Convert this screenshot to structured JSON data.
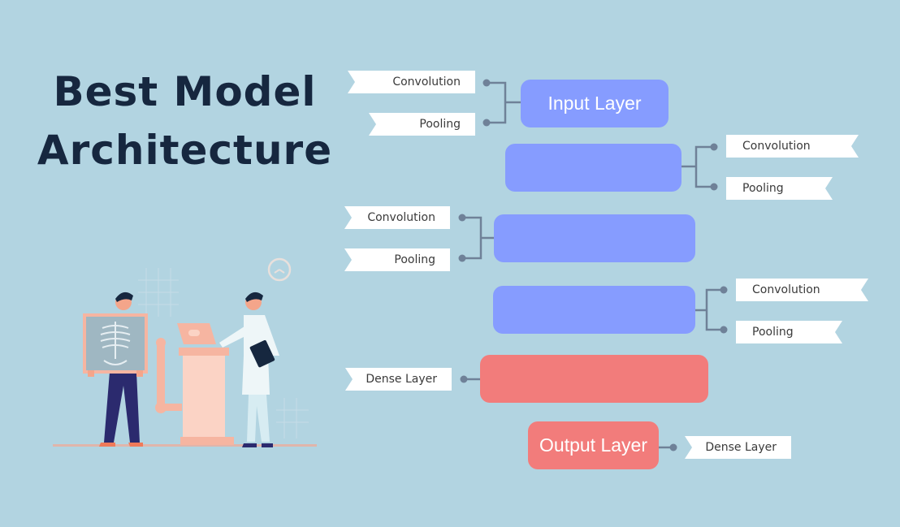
{
  "title": {
    "line1": "Best Model",
    "line2": "Architecture"
  },
  "layers": {
    "input": "Input Layer",
    "hidden1": "",
    "hidden2": "",
    "hidden3": "",
    "dense": "",
    "output": "Output Layer"
  },
  "tags": {
    "l1_conv": "Convolution",
    "l1_pool": "Pooling",
    "l2_conv": "Convolution",
    "l2_pool": "Pooling",
    "l3_conv": "Convolution",
    "l3_pool": "Pooling",
    "l4_conv": "Convolution",
    "l4_pool": "Pooling",
    "l5_dense": "Dense Layer",
    "l6_dense": "Dense Layer"
  },
  "colors": {
    "background": "#b2d4e1",
    "title": "#16273f",
    "blue_block": "#869cff",
    "red_block": "#f27c7b",
    "connector": "#6f8198"
  },
  "illustration": {
    "icon": "xray-doctor-illustration"
  }
}
